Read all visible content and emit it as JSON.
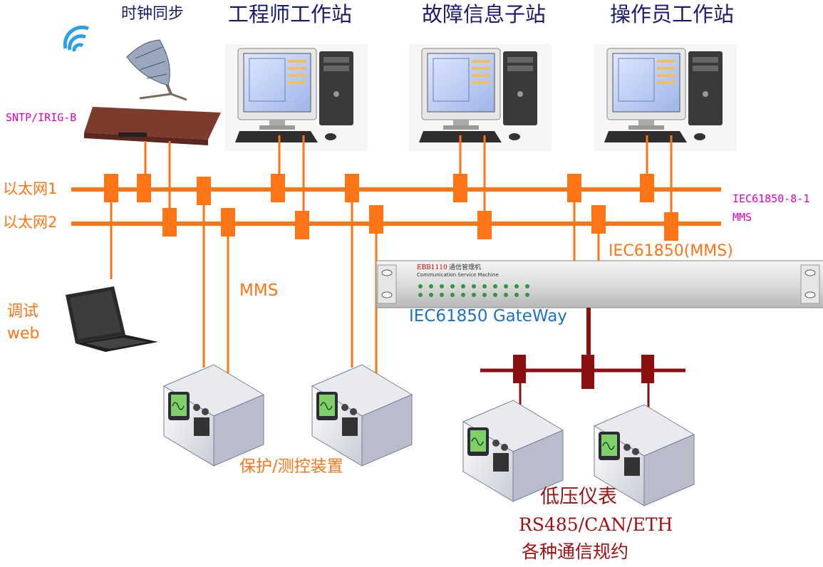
{
  "top_labels": {
    "clock_sync": "时钟同步",
    "engineer_ws": "工程师工作站",
    "fault_substation": "故障信息子站",
    "operator_ws": "操作员工作站"
  },
  "protocols": {
    "time_sync": "SNTP/IRIG-B",
    "iec_8_1": "IEC61850-8-1",
    "mms_right": "MMS",
    "mms_mid": "MMS",
    "gateway_mms": "IEC61850(MMS)"
  },
  "networks": {
    "ethernet1": "以太网1",
    "ethernet2": "以太网2"
  },
  "debug": {
    "line1": "调试",
    "line2": "web"
  },
  "gateway": {
    "name": "IEC61850 GateWay",
    "model": "EBB1110",
    "cn_name": "通信管理机",
    "en_name": "Communication Service Machine"
  },
  "devices": {
    "protection": "保护/测控装置",
    "meters": "低压仪表",
    "bus_protocols": "RS485/CAN/ETH",
    "protocol_note": "各种通信规约"
  },
  "colors": {
    "ethernet": "#ff7415",
    "field_bus": "#8b0f0f",
    "title_text": "#1a1a6e",
    "protocol_text": "#e000c8",
    "gateway_text": "#1a73c8"
  }
}
